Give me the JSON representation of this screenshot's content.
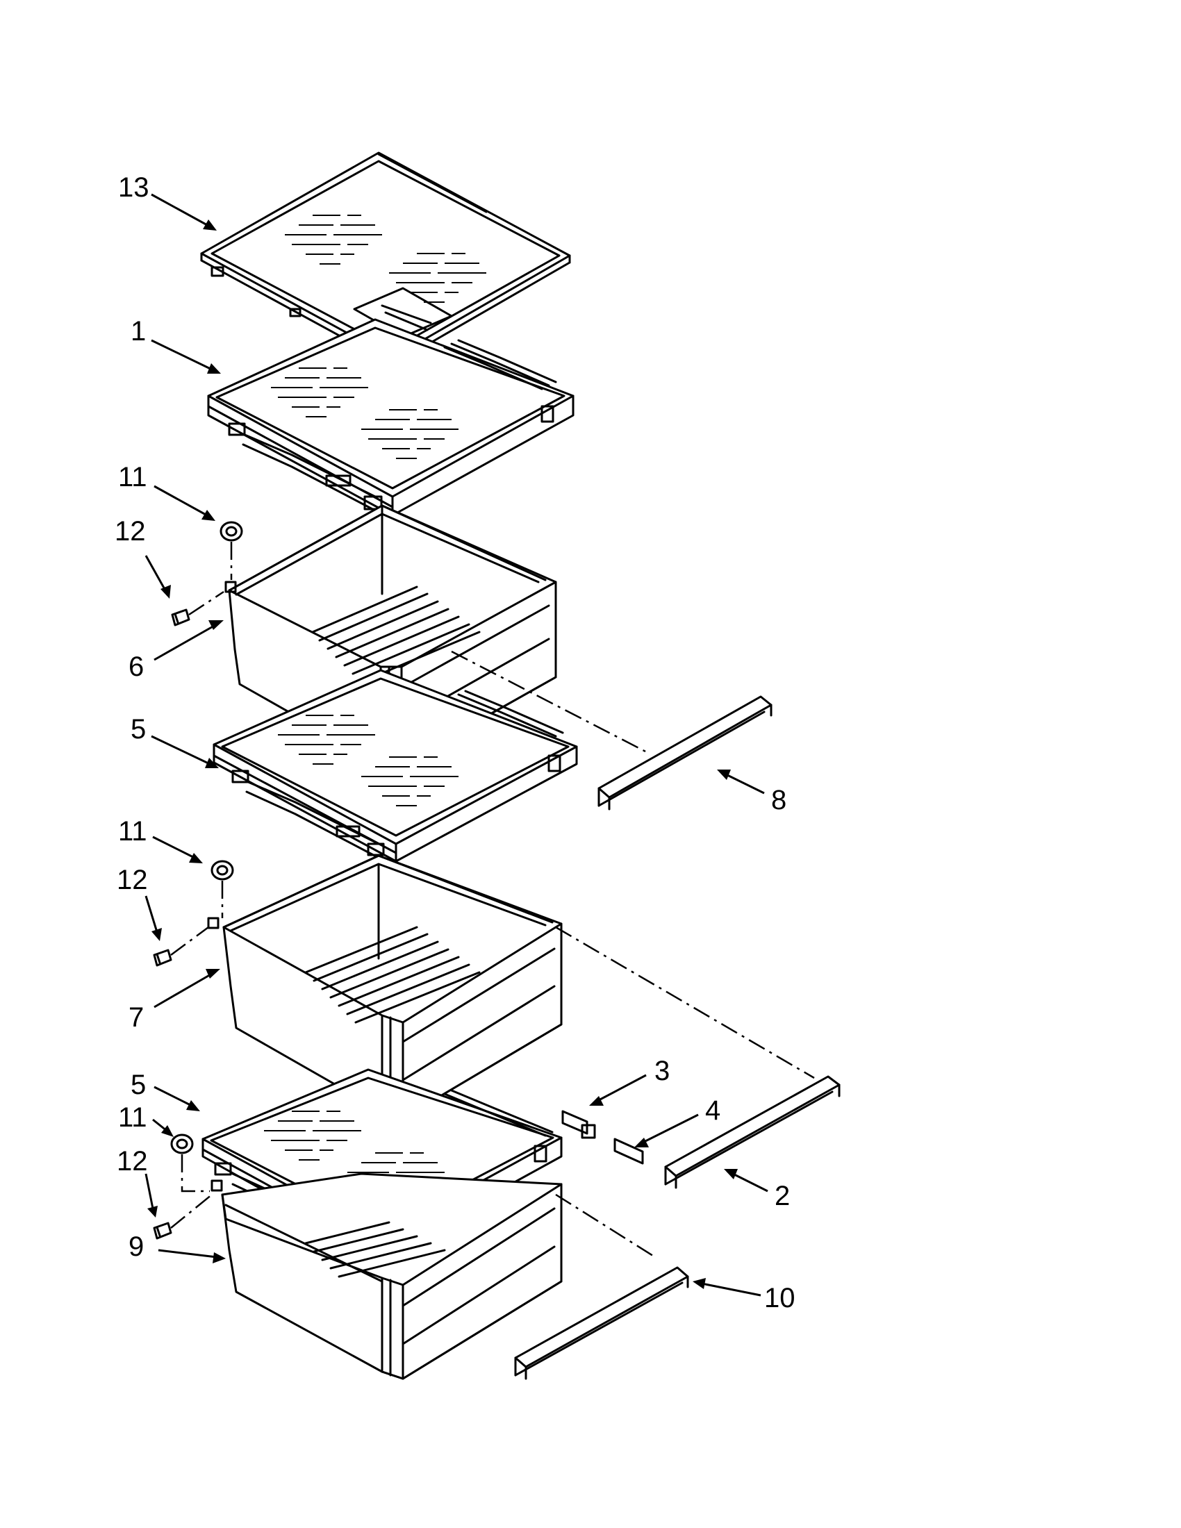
{
  "callouts": {
    "c13": "13",
    "c1": "1",
    "c11a": "11",
    "c12a": "12",
    "c6": "6",
    "c5a": "5",
    "c8": "8",
    "c11b": "11",
    "c12b": "12",
    "c7": "7",
    "c3": "3",
    "c4": "4",
    "c5b": "5",
    "c11c": "11",
    "c12c": "12",
    "c2": "2",
    "c9": "9",
    "c10": "10"
  },
  "colors": {
    "line": "#000000",
    "background": "#ffffff"
  }
}
